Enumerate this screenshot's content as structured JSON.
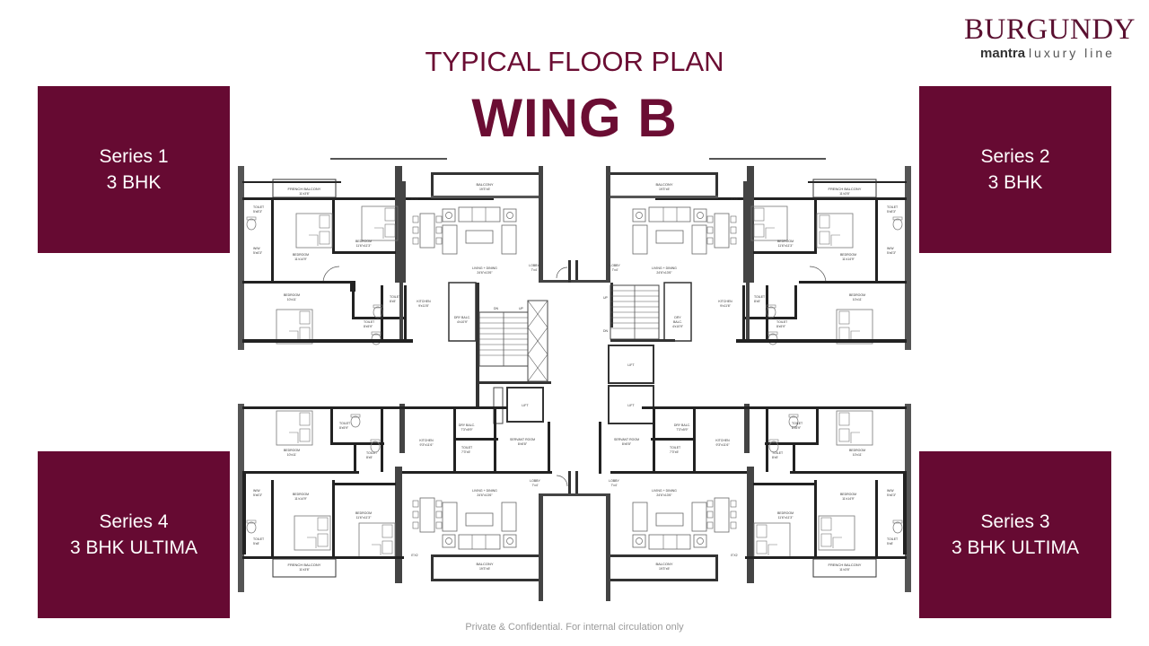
{
  "brand": {
    "name": "BURGUNDY",
    "sub_brand": "mantra",
    "tagline": "luxury line",
    "color": "#660a32"
  },
  "header": {
    "title": "TYPICAL FLOOR PLAN",
    "wing": "WING B"
  },
  "series": [
    {
      "id": "series-1",
      "name": "Series 1",
      "type": "3 BHK",
      "position": "top-left"
    },
    {
      "id": "series-2",
      "name": "Series 2",
      "type": "3 BHK",
      "position": "top-right"
    },
    {
      "id": "series-3",
      "name": "Series 3",
      "type": "3 BHK ULTIMA",
      "position": "bottom-right"
    },
    {
      "id": "series-4",
      "name": "Series 4",
      "type": "3 BHK ULTIMA",
      "position": "bottom-left"
    }
  ],
  "floor_plan": {
    "labels": {
      "french_balcony_top": "FRENCH BALCONY",
      "french_balcony_top_dim": "11'x3'6\"",
      "french_balcony_bot": "FRENCH BALCONY",
      "french_balcony_bot_dim": "11'x3'6\"",
      "balcony": "BALCONY",
      "balcony_dim": "19'3\"x5'",
      "ef": "E'X2",
      "toilet": "TOILET",
      "toilet_dim_a": "5'x8'3\"",
      "toilet_dim_b": "8'x5'",
      "toilet_dim_c": "8'x5'9\"",
      "toilet_dim_sr": "7'3\"x5'",
      "ww": "W/W",
      "ww_dim": "5'x6'3\"",
      "bedroom": "BEDROOM",
      "bedroom_dim_master": "11'x14'9\"",
      "bedroom_dim_2": "11'6\"x11'3\"",
      "bedroom_dim_3": "10'x11'",
      "living_dining": "LIVING + DINING",
      "living_dining_dim": "24'6\"x13'6\"",
      "lobby": "LOBBY",
      "lobby_dim": "7'x4'",
      "kitchen": "KITCHEN",
      "kitchen_dim": "9'x11'6\"",
      "dry_balc": "DRY BALC.",
      "dry_balc_dim": "4'x10'9\"",
      "dry_balc_dim_b": "7'3\"x5'9\"",
      "servant_room": "SERVANT ROOM",
      "servant_room_dim": "8'x5'8\"",
      "lift": "LIFT",
      "up": "UP",
      "dn": "DN"
    }
  },
  "footer": {
    "text": "Private & Confidential. For internal circulation only"
  }
}
